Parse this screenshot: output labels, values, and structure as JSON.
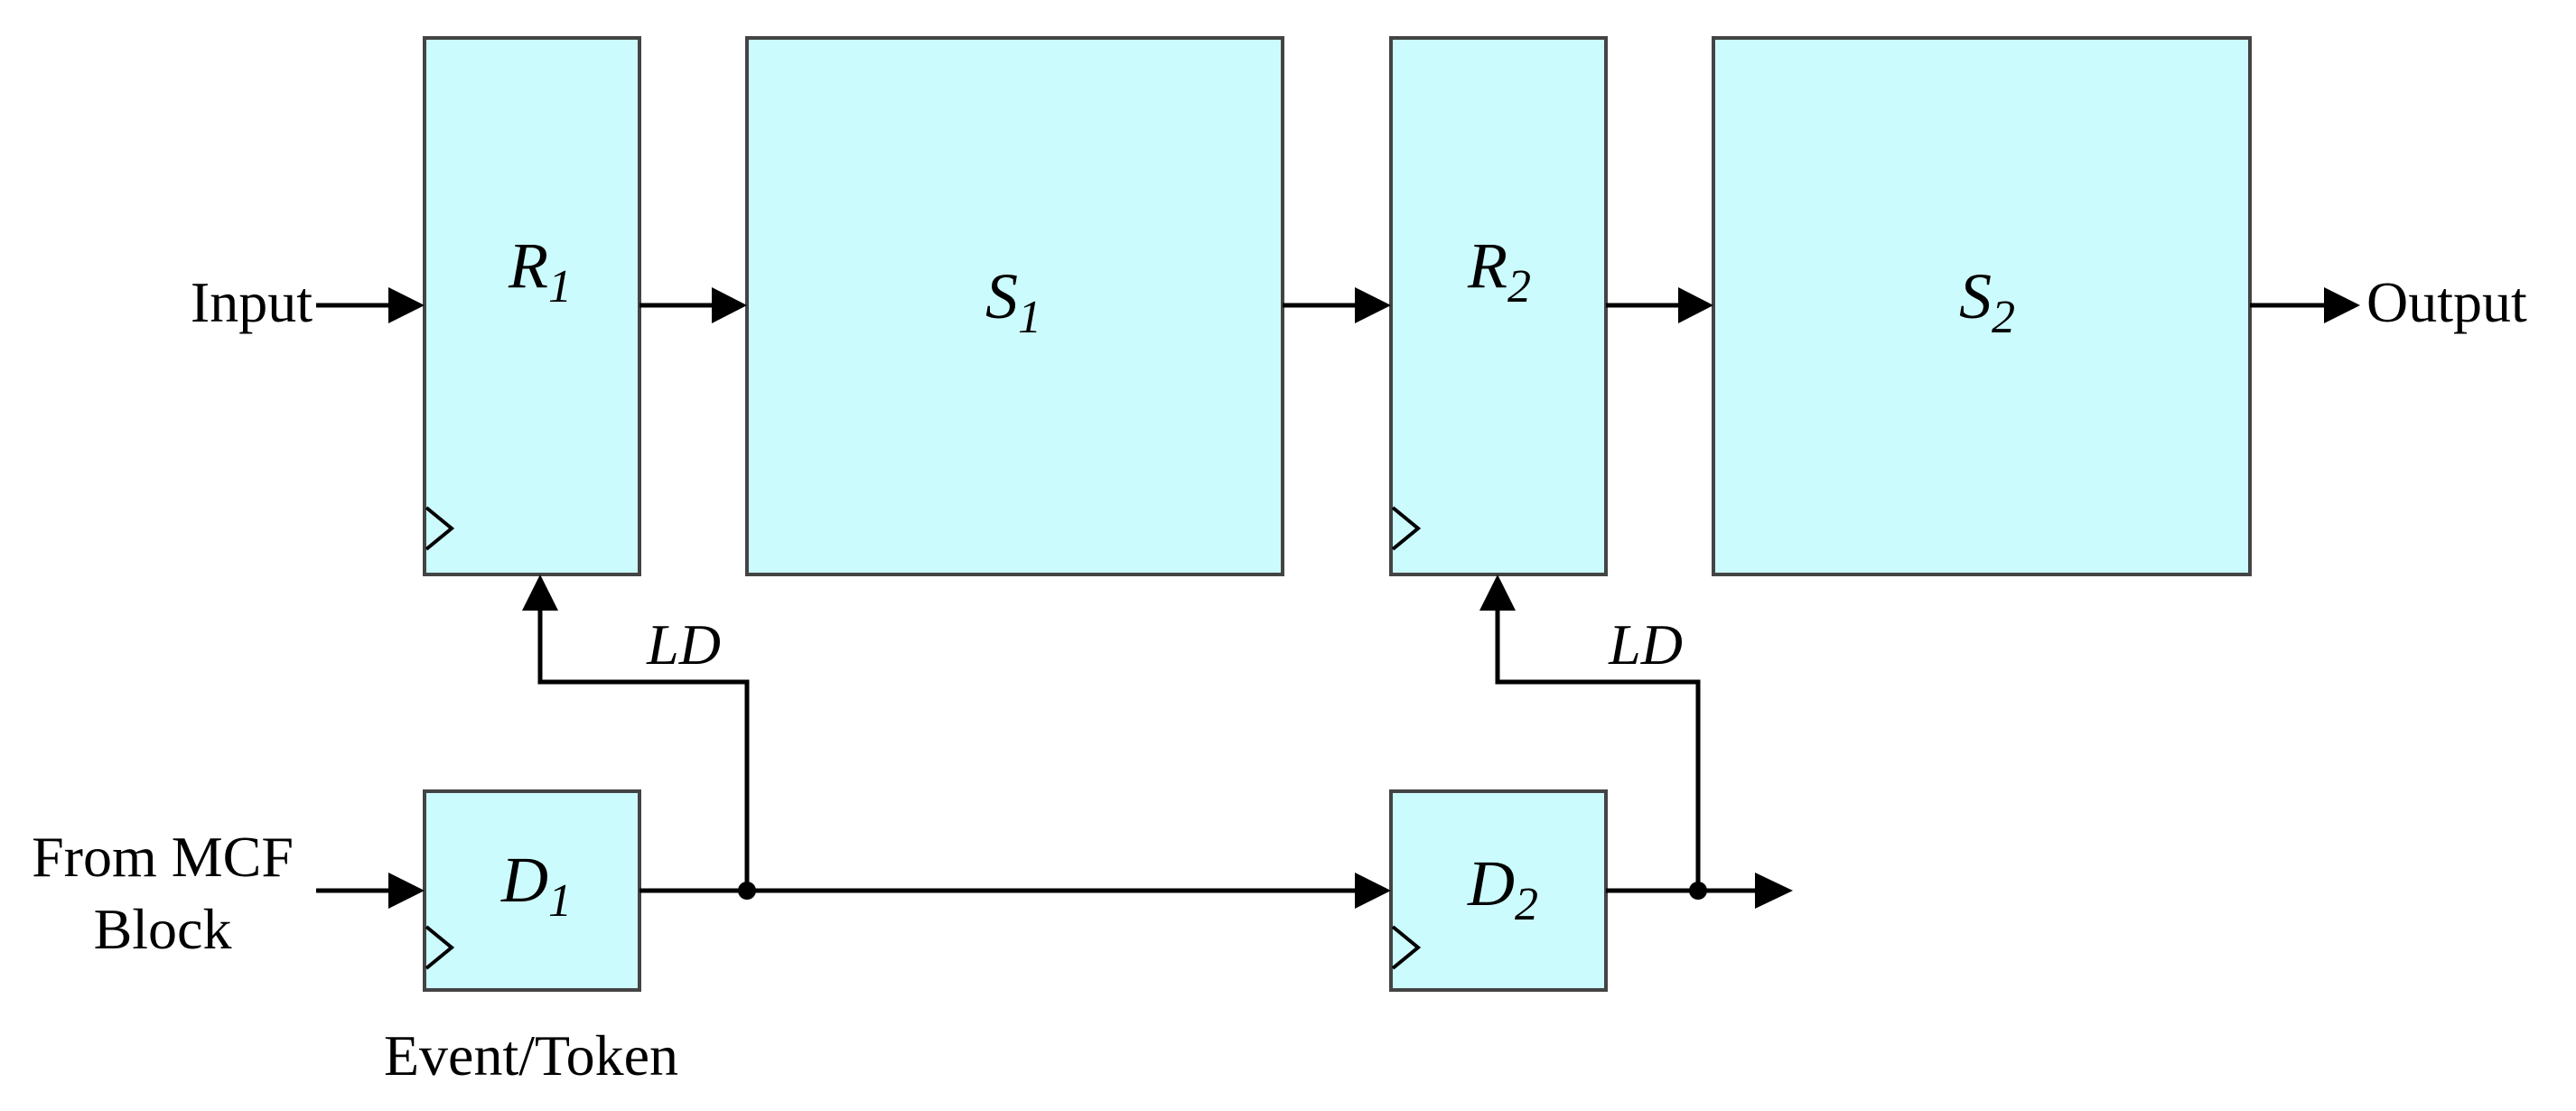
{
  "labels": {
    "input": "Input",
    "output": "Output",
    "from_mcf_line1": "From MCF",
    "from_mcf_line2": "Block",
    "event_token": "Event/Token",
    "ld_left": "LD",
    "ld_right": "LD"
  },
  "blocks": {
    "r1": {
      "letter": "R",
      "sub": "1"
    },
    "s1": {
      "letter": "S",
      "sub": "1"
    },
    "r2": {
      "letter": "R",
      "sub": "2"
    },
    "s2": {
      "letter": "S",
      "sub": "2"
    },
    "d1": {
      "letter": "D",
      "sub": "1"
    },
    "d2": {
      "letter": "D",
      "sub": "2"
    }
  },
  "colors": {
    "block_fill": "#ccfbfd",
    "block_stroke": "#444444",
    "wire": "#000000"
  }
}
